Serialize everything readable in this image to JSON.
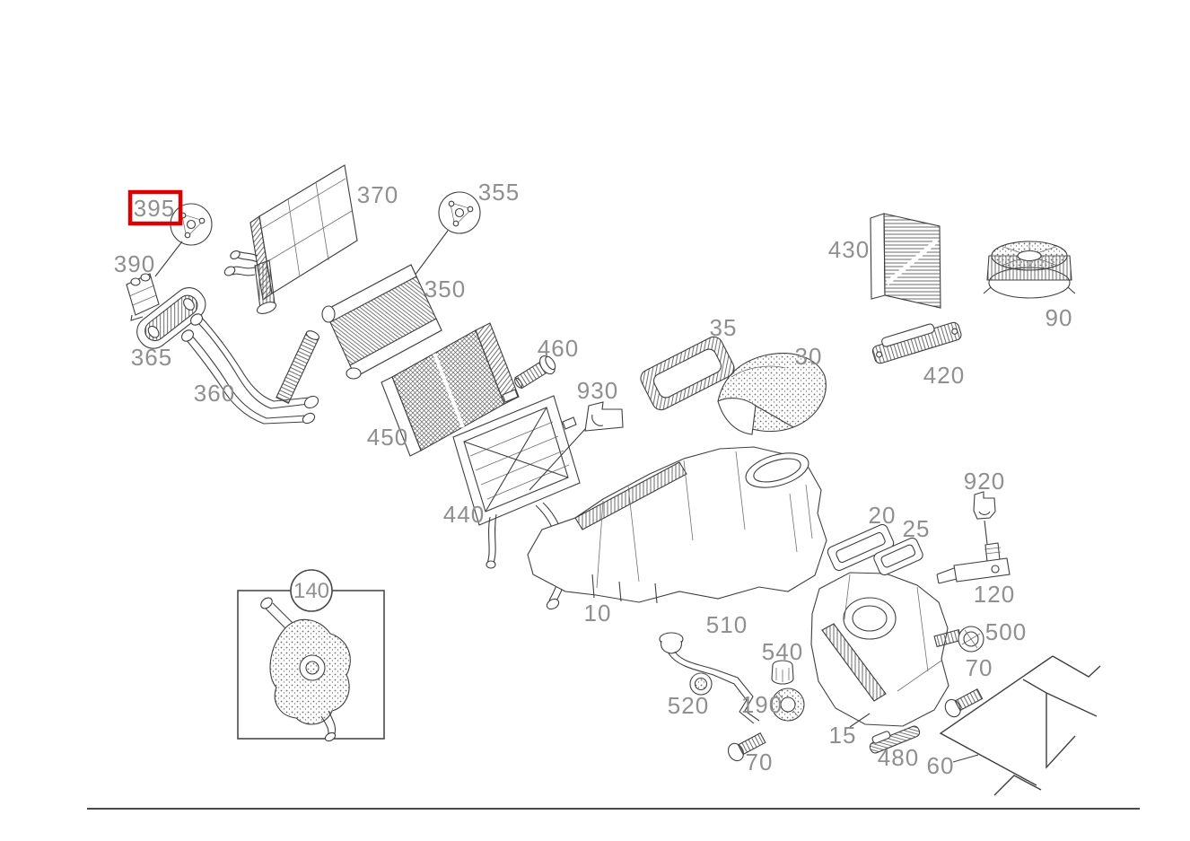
{
  "diagram": {
    "kind": "exploded-parts-diagram",
    "subject": "HVAC heater / air-conditioning unit exploded view",
    "background_color": "#ffffff",
    "line_color": "#3f3f3f",
    "label_color": "#8f8f8f",
    "highlight": {
      "selected_part": "395",
      "box_color": "#dd0000"
    }
  },
  "parts": [
    {
      "id": "395",
      "label": "395",
      "selected": true
    },
    {
      "id": "390",
      "label": "390"
    },
    {
      "id": "370",
      "label": "370"
    },
    {
      "id": "355",
      "label": "355"
    },
    {
      "id": "350",
      "label": "350"
    },
    {
      "id": "365",
      "label": "365"
    },
    {
      "id": "360",
      "label": "360"
    },
    {
      "id": "450",
      "label": "450"
    },
    {
      "id": "440",
      "label": "440"
    },
    {
      "id": "460",
      "label": "460"
    },
    {
      "id": "930",
      "label": "930"
    },
    {
      "id": "35",
      "label": "35"
    },
    {
      "id": "30",
      "label": "30"
    },
    {
      "id": "430",
      "label": "430"
    },
    {
      "id": "420",
      "label": "420"
    },
    {
      "id": "90",
      "label": "90"
    },
    {
      "id": "920",
      "label": "920"
    },
    {
      "id": "20",
      "label": "20"
    },
    {
      "id": "25",
      "label": "25"
    },
    {
      "id": "120",
      "label": "120"
    },
    {
      "id": "10",
      "label": "10"
    },
    {
      "id": "510",
      "label": "510"
    },
    {
      "id": "500",
      "label": "500"
    },
    {
      "id": "540",
      "label": "540"
    },
    {
      "id": "70-right",
      "label": "70"
    },
    {
      "id": "520",
      "label": "520"
    },
    {
      "id": "190",
      "label": "190"
    },
    {
      "id": "15",
      "label": "15"
    },
    {
      "id": "480",
      "label": "480"
    },
    {
      "id": "60",
      "label": "60"
    },
    {
      "id": "70-bottom",
      "label": "70"
    },
    {
      "id": "140",
      "label": "140"
    }
  ]
}
